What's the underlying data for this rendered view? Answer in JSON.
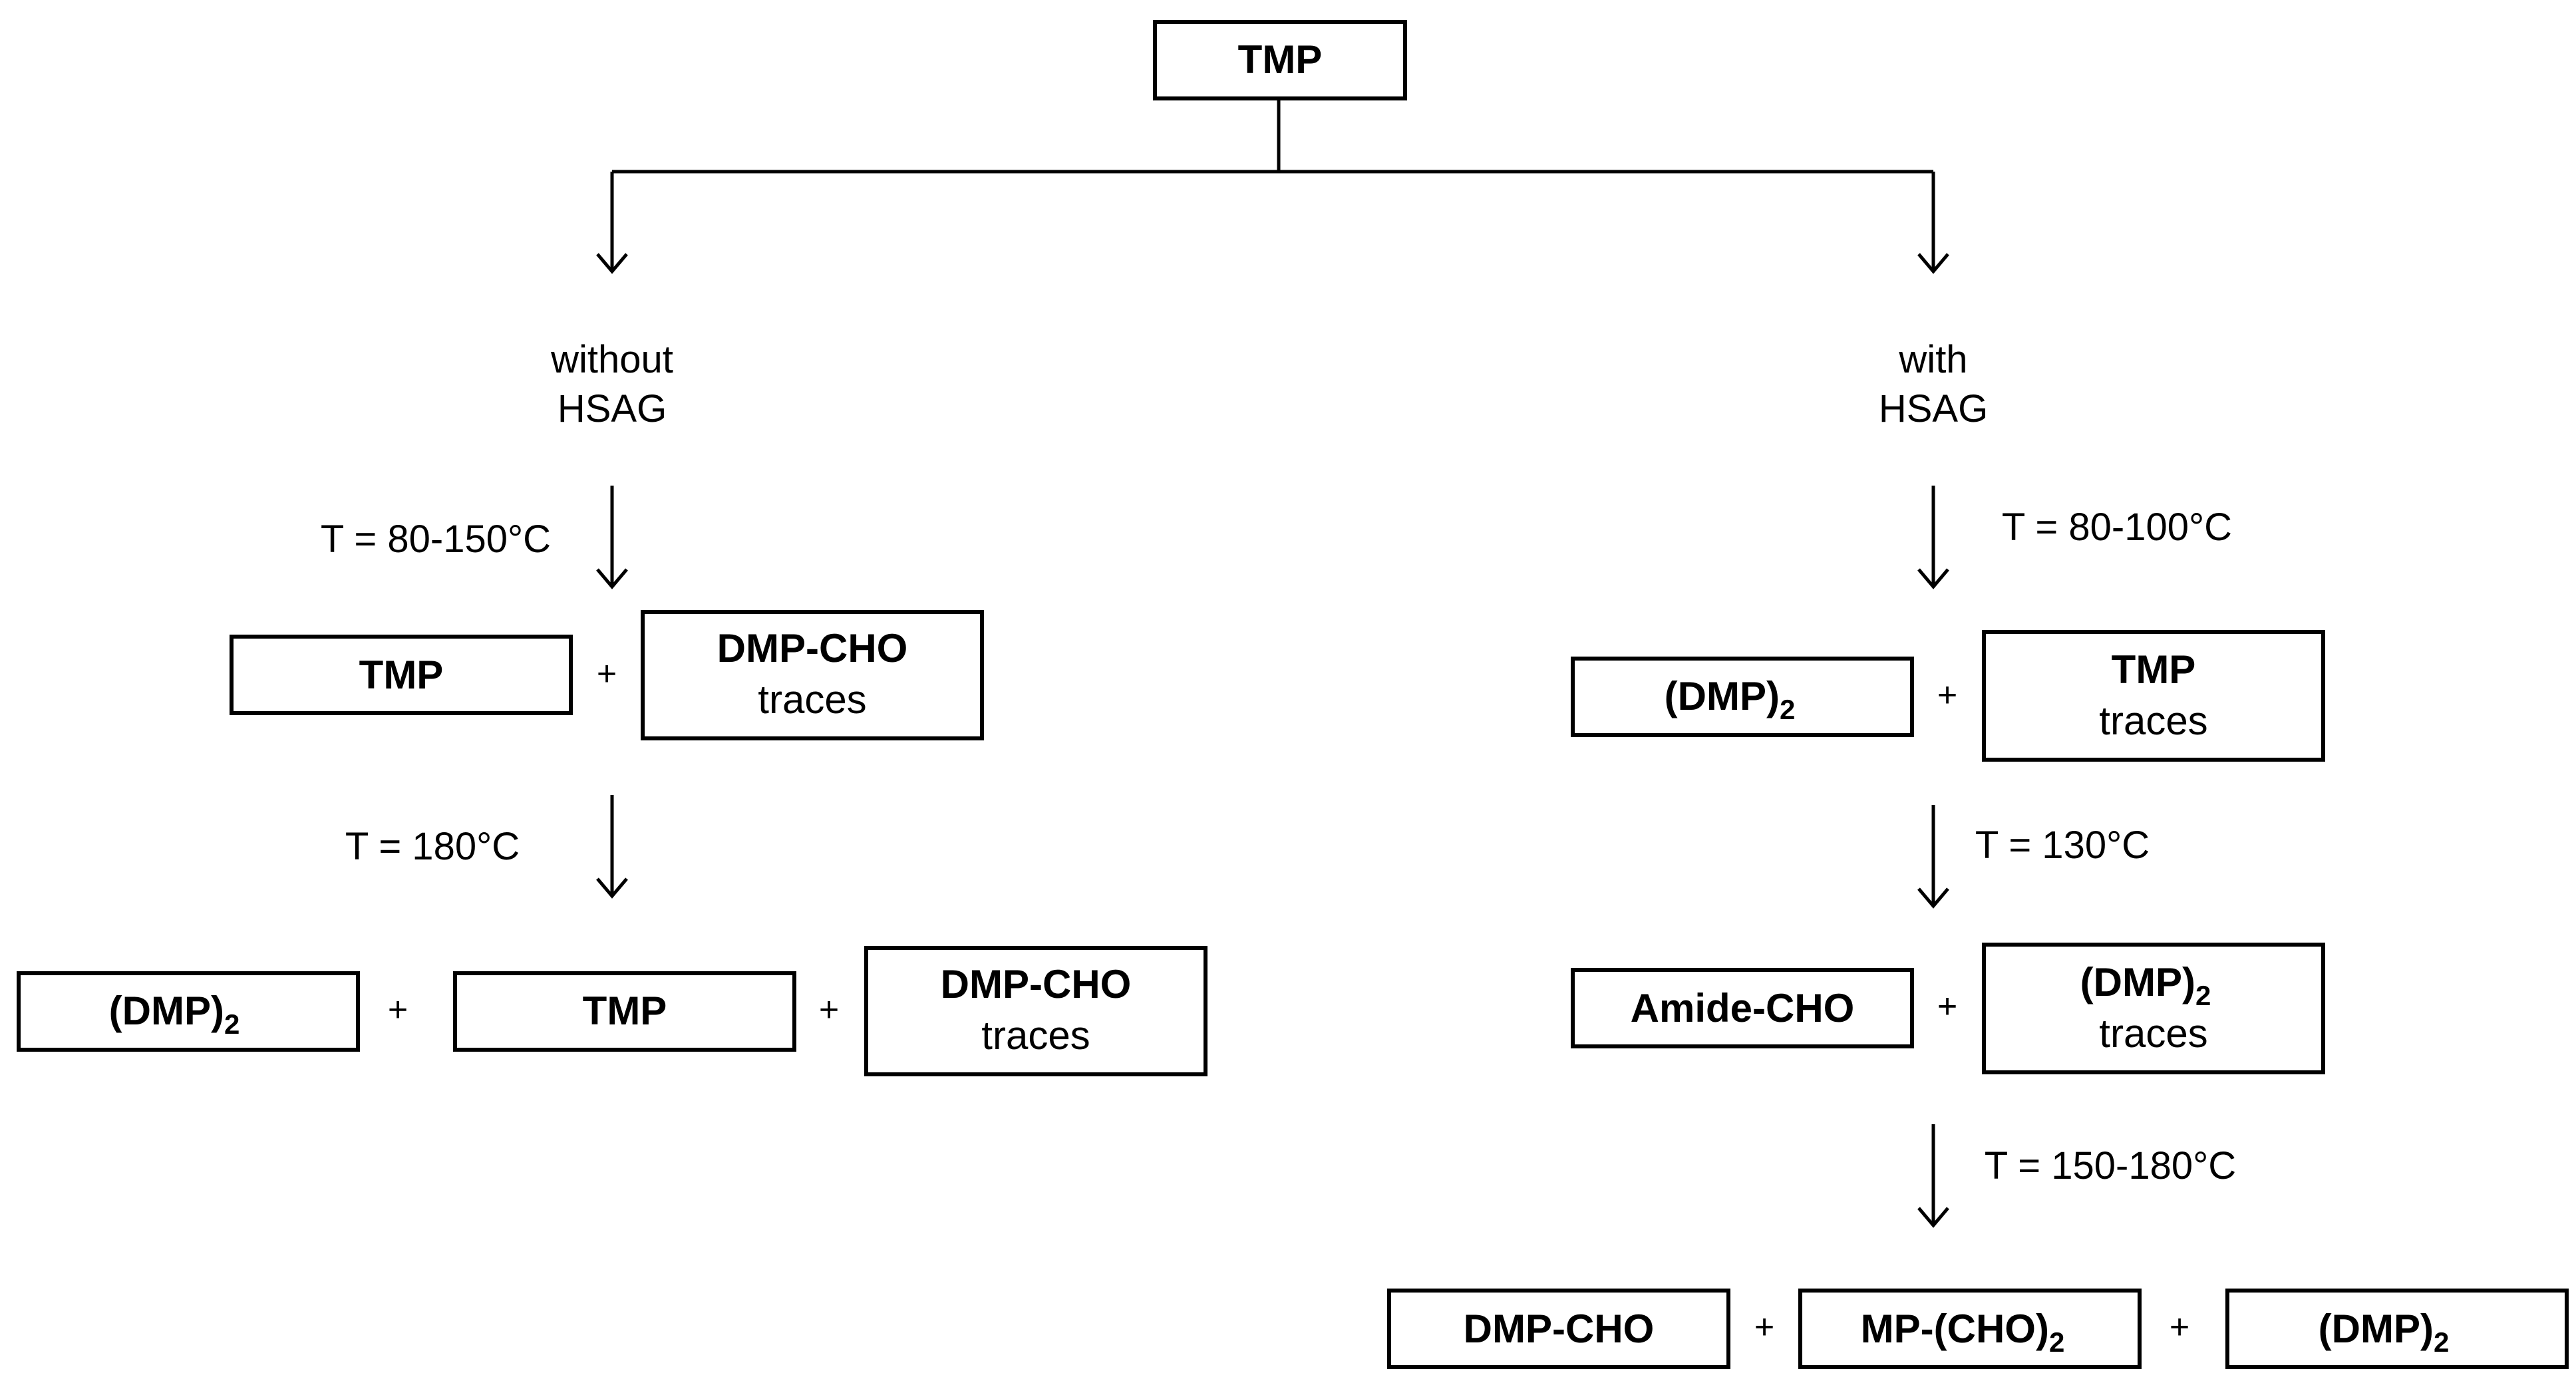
{
  "root": {
    "name": "TMP"
  },
  "branches": {
    "left": {
      "condition_line1": "without",
      "condition_line2": "HSAG"
    },
    "right": {
      "condition_line1": "with",
      "condition_line2": "HSAG"
    }
  },
  "steps": {
    "left_1": {
      "temp": "T = 80-150°C"
    },
    "left_2": {
      "temp": "T = 180°C"
    },
    "right_1": {
      "temp": "T = 80-100°C"
    },
    "right_2": {
      "temp": "T = 130°C"
    },
    "right_3": {
      "temp": "T = 150-180°C"
    }
  },
  "products": {
    "l1_a": {
      "name": "TMP"
    },
    "l1_b": {
      "name": "DMP-CHO",
      "note": "traces"
    },
    "l2_a": {
      "name": "(DMP)",
      "sub": "2"
    },
    "l2_b": {
      "name": "TMP"
    },
    "l2_c": {
      "name": "DMP-CHO",
      "note": "traces"
    },
    "r1_a": {
      "name": "(DMP)",
      "sub": "2"
    },
    "r1_b": {
      "name": "TMP",
      "note": "traces"
    },
    "r2_a": {
      "name": "Amide-CHO"
    },
    "r2_b": {
      "name": "(DMP)",
      "sub": "2",
      "note": "traces"
    },
    "r3_a": {
      "name": "DMP-CHO"
    },
    "r3_b": {
      "name": "MP-(CHO)",
      "sub": "2"
    },
    "r3_c": {
      "name": "(DMP)",
      "sub": "2"
    }
  },
  "plus": "+"
}
